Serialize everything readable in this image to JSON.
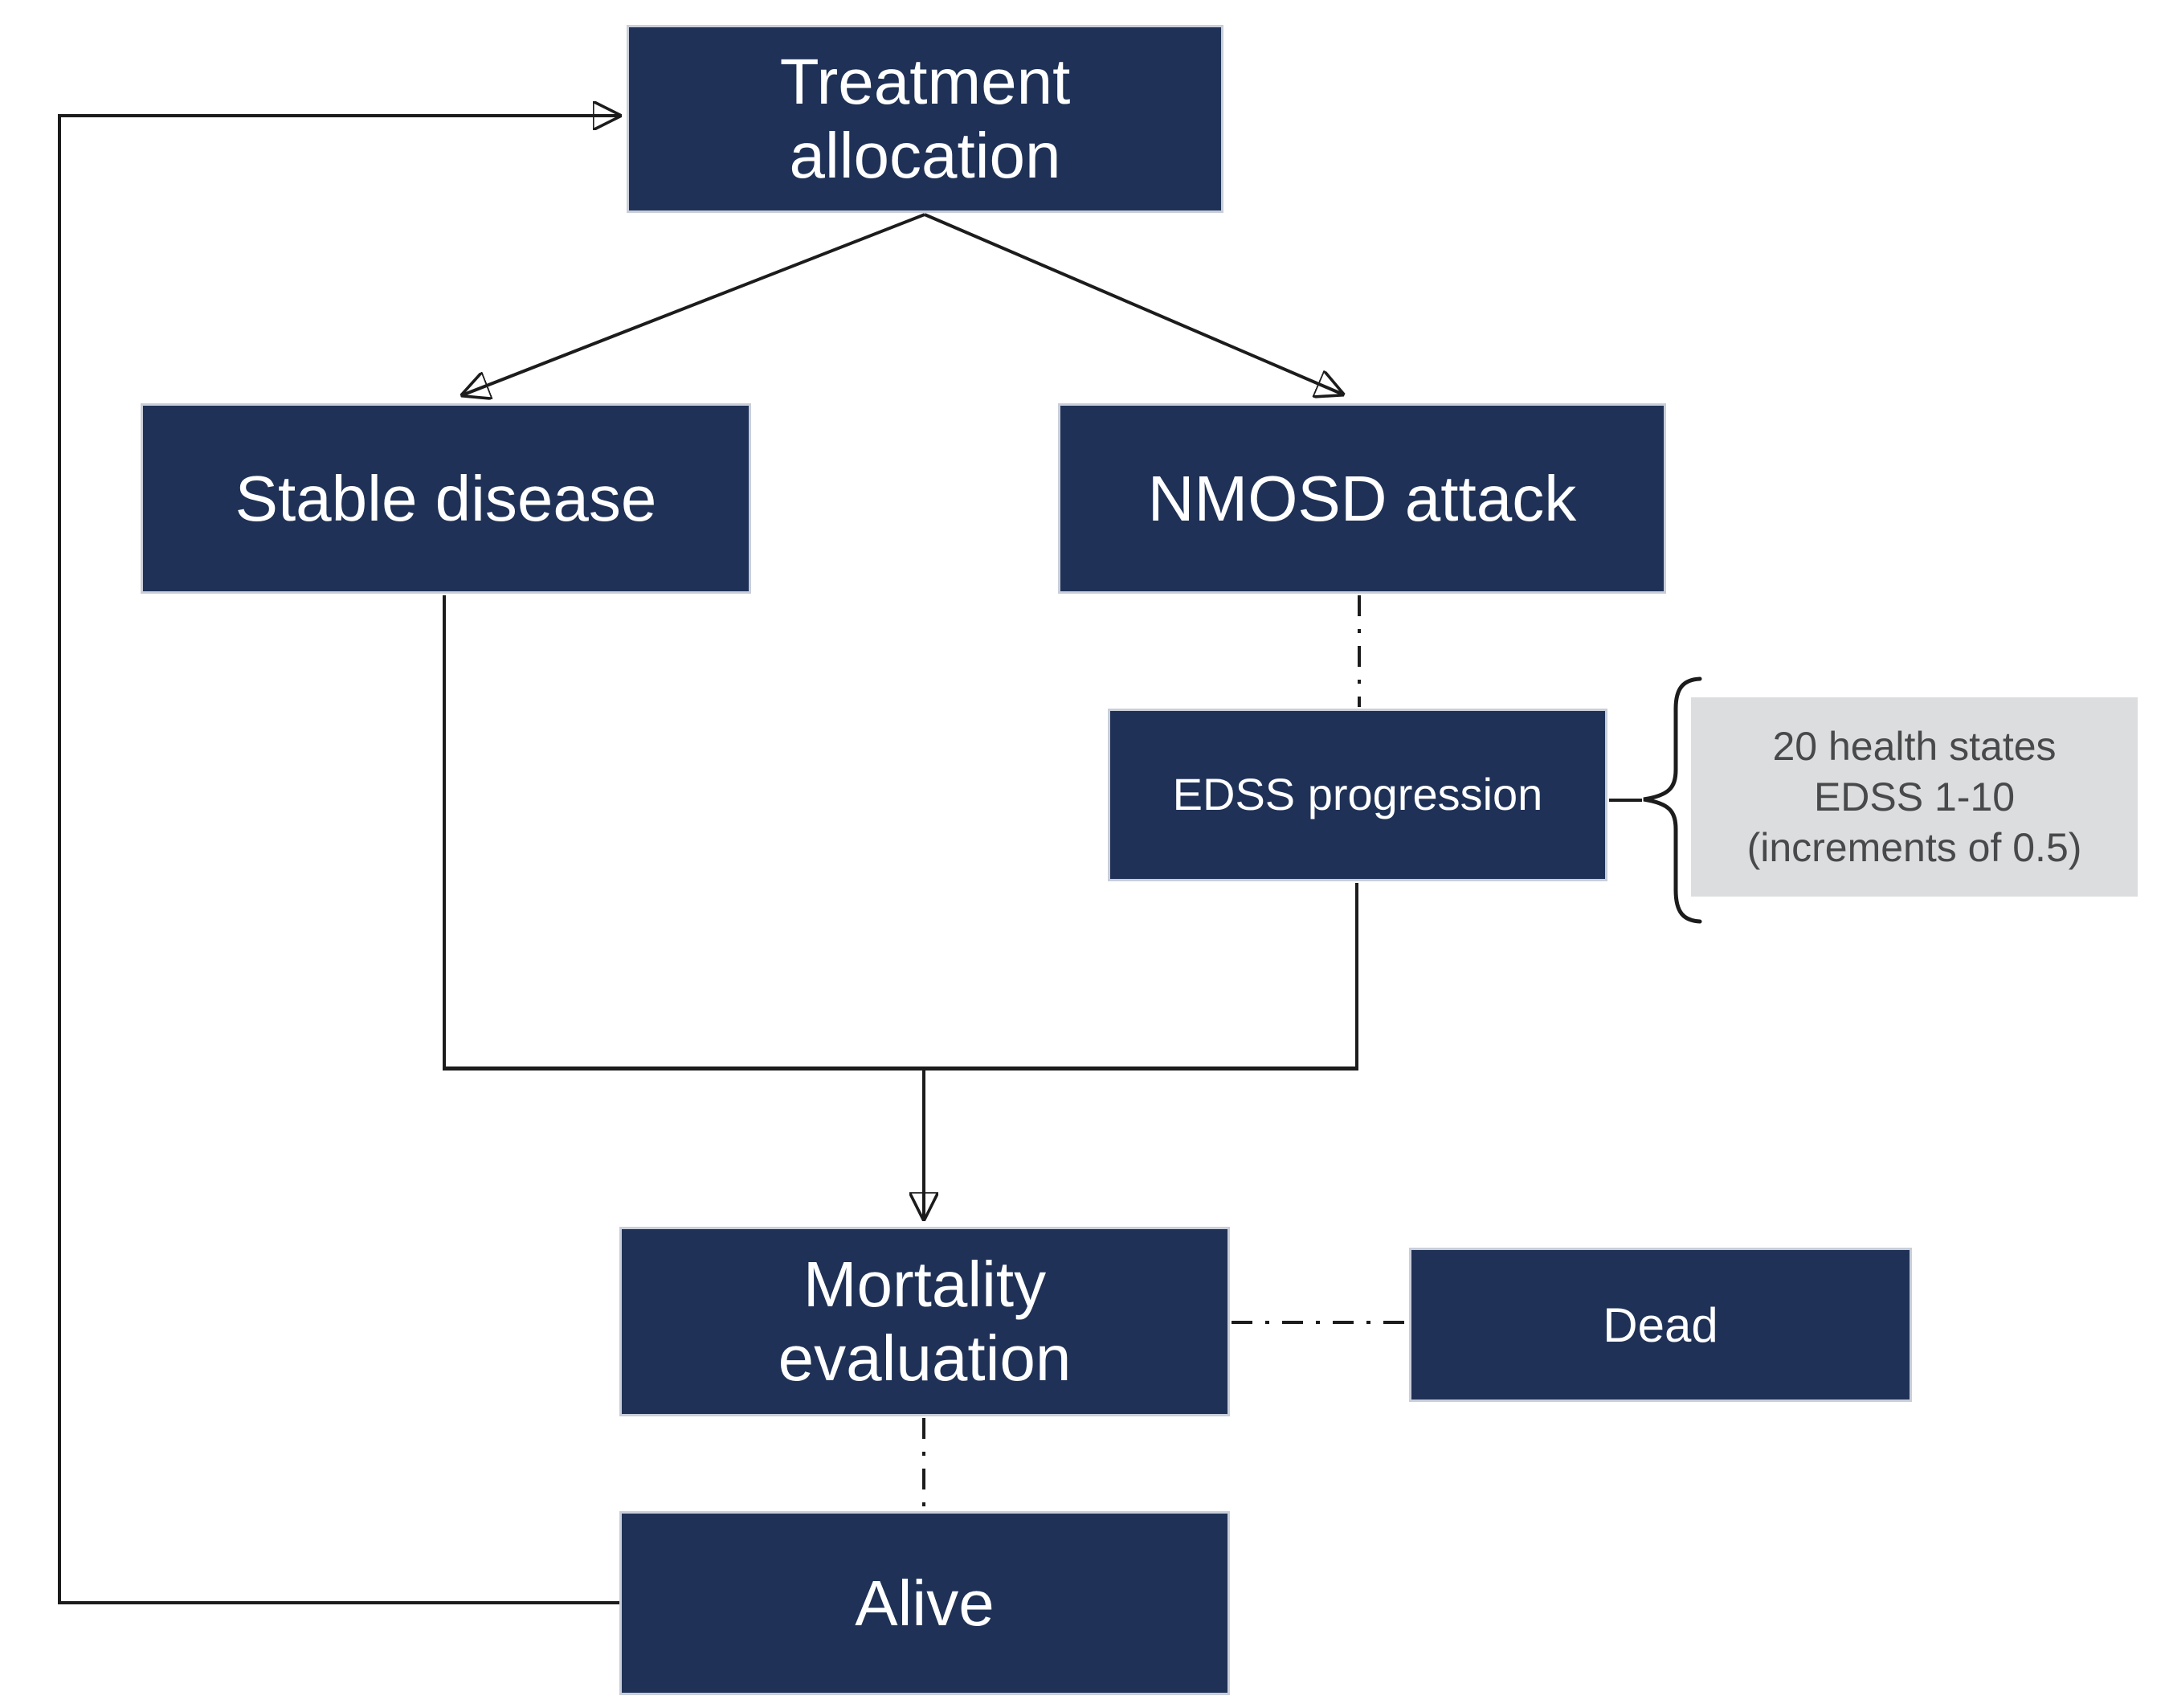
{
  "nodes": {
    "treatment": {
      "lines": [
        "Treatment",
        "allocation"
      ]
    },
    "stable": {
      "label": "Stable disease"
    },
    "nmosd": {
      "label": "NMOSD attack"
    },
    "edss": {
      "label": "EDSS progression"
    },
    "mortality": {
      "lines": [
        "Mortality",
        "evaluation"
      ]
    },
    "dead": {
      "label": "Dead"
    },
    "alive": {
      "label": "Alive"
    }
  },
  "annotation": {
    "lines": [
      "20 health states",
      "EDSS 1-10",
      "(increments of 0.5)"
    ]
  },
  "colors": {
    "node_fill": "#1F3156",
    "node_border": "#C9CEDA",
    "node_text": "#FFFFFF",
    "annotation_fill": "#DCDDDE",
    "annotation_text": "#47494B",
    "line": "#1C1C1C",
    "background": "#FFFFFF"
  }
}
